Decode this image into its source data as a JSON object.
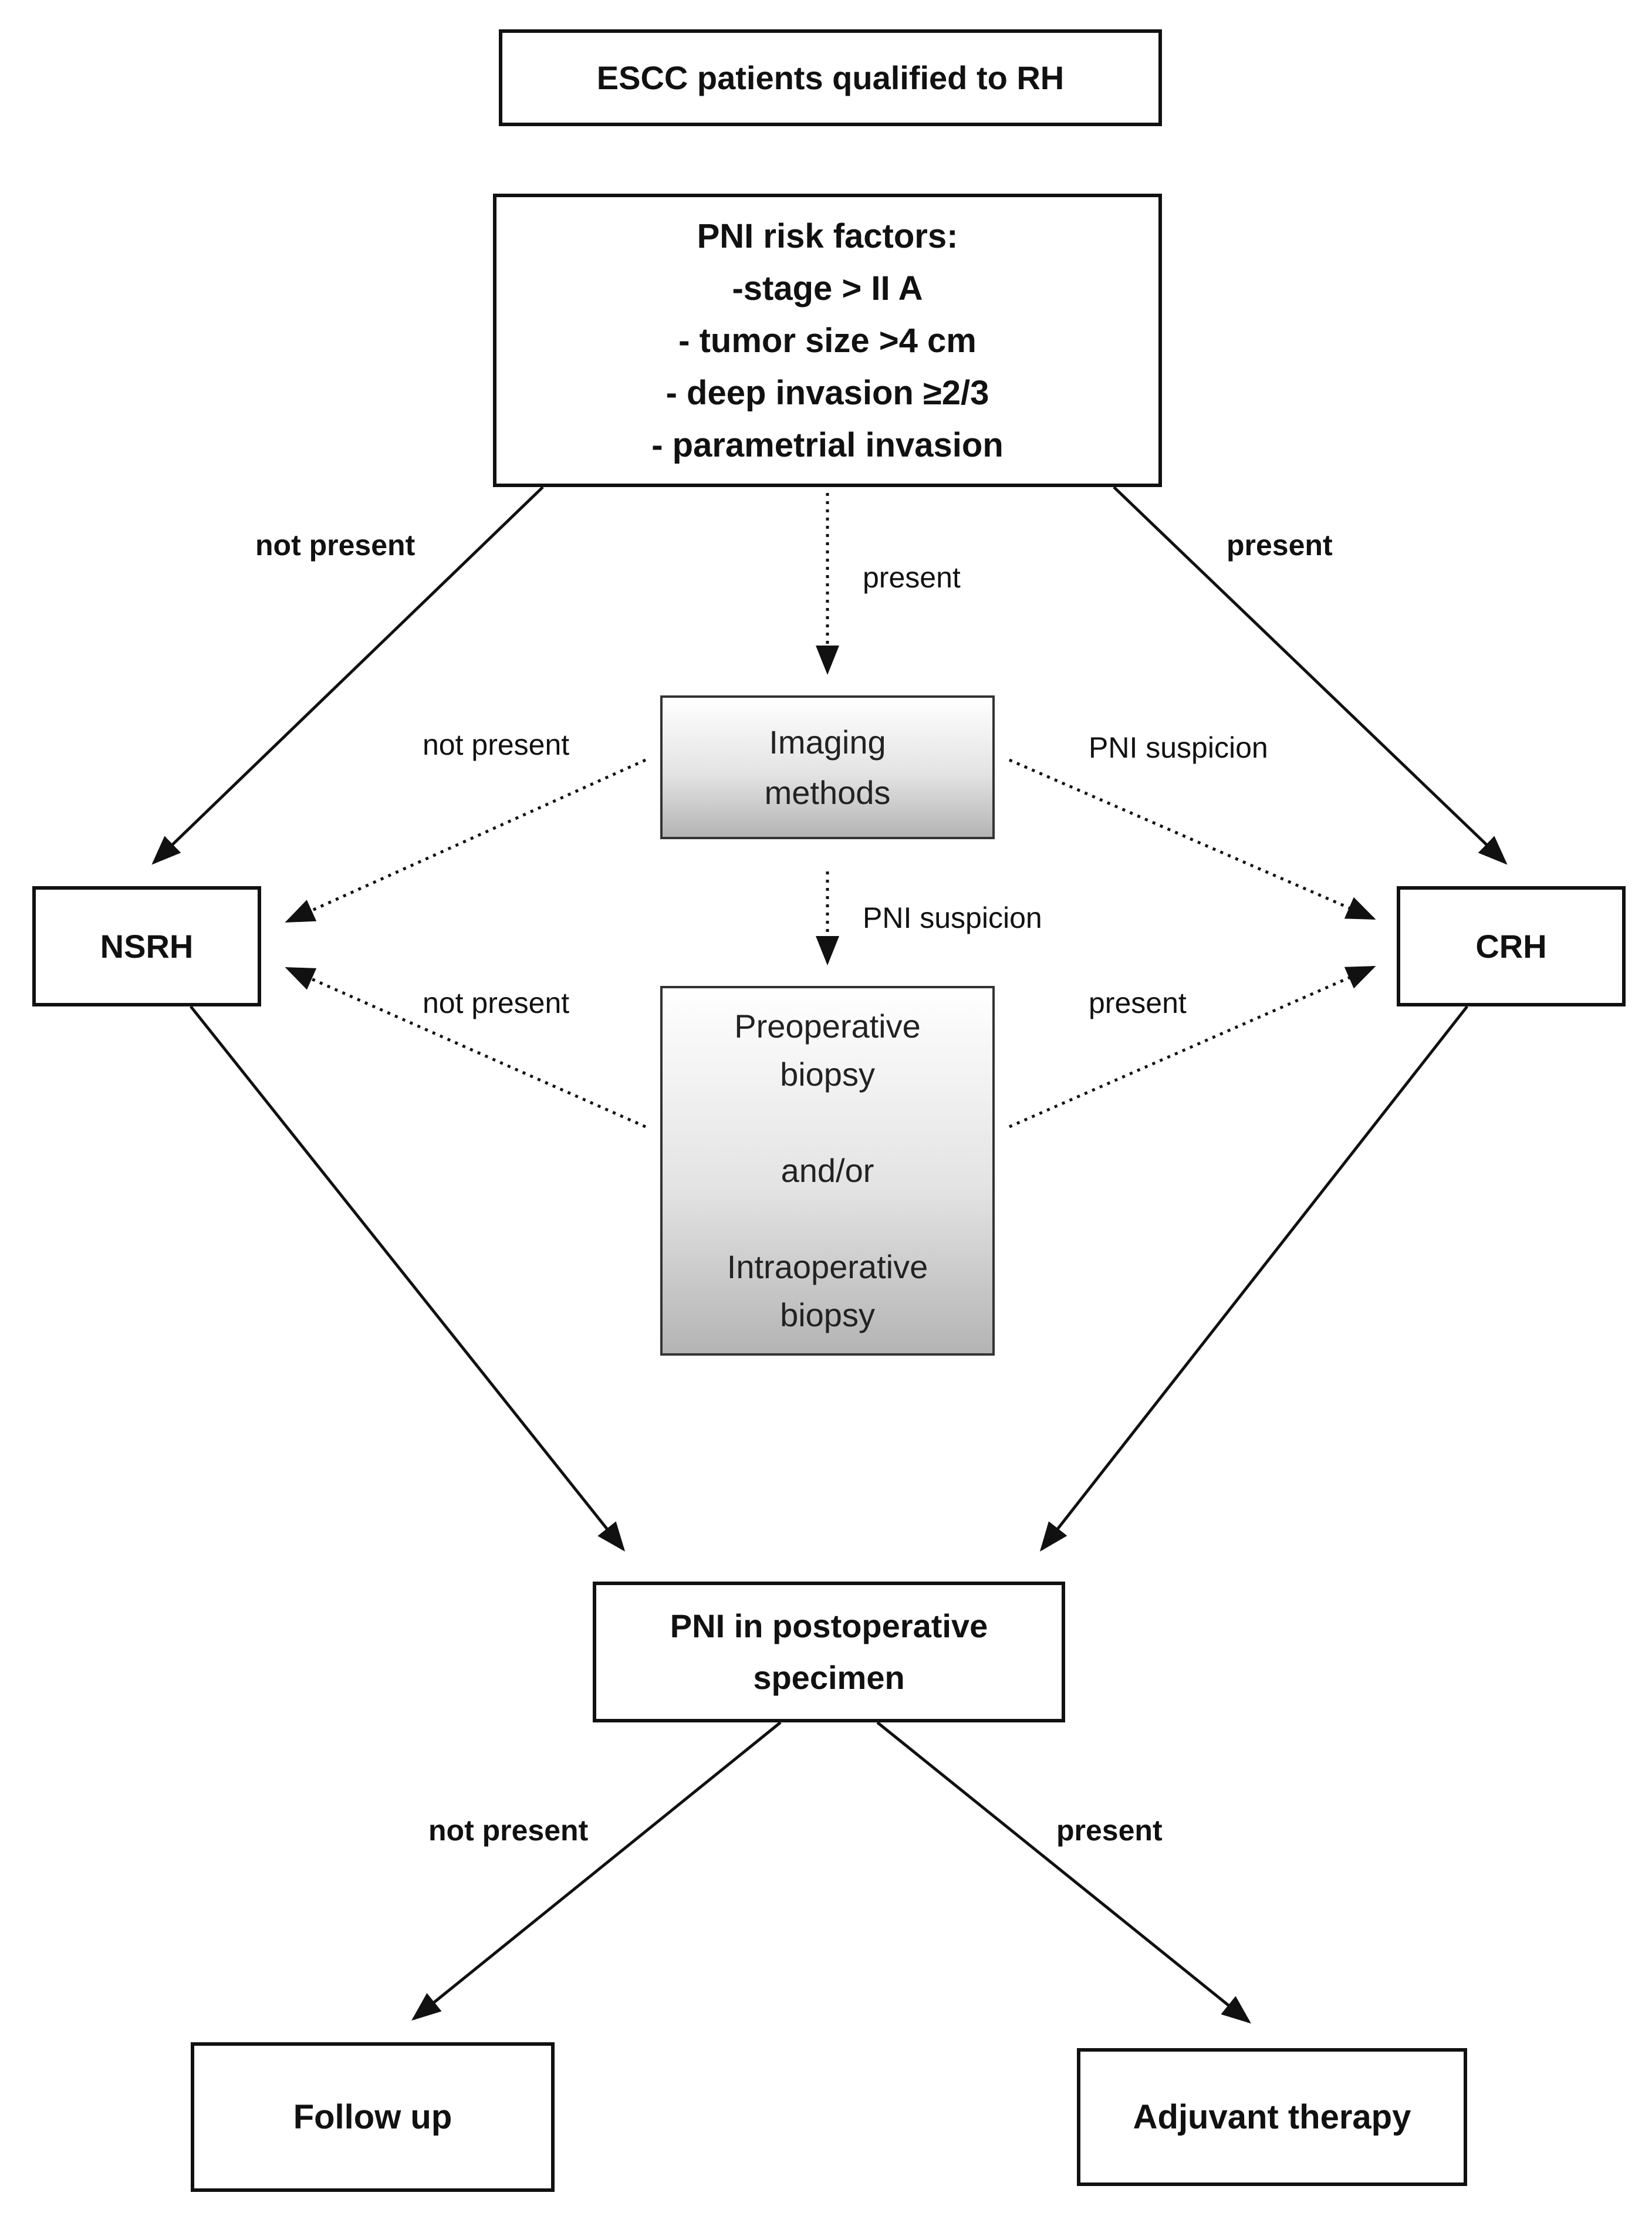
{
  "boxes": {
    "escc": {
      "text": "ESCC patients qualified to RH"
    },
    "risk": {
      "title": "PNI risk factors:",
      "items": [
        "-stage > II A",
        "- tumor size >4 cm",
        "- deep invasion ≥2/3",
        "- parametrial invasion"
      ]
    },
    "imaging": {
      "line1": "Imaging",
      "line2": "methods"
    },
    "biopsy": {
      "line1": "Preoperative",
      "line2": "biopsy",
      "line3": "and/or",
      "line4": "Intraoperative",
      "line5": "biopsy"
    },
    "nsrh": {
      "text": "NSRH"
    },
    "crh": {
      "text": "CRH"
    },
    "pni_specimen": {
      "line1": "PNI in postoperative",
      "line2": "specimen"
    },
    "follow_up": {
      "text": "Follow up"
    },
    "adjuvant": {
      "text": "Adjuvant therapy"
    }
  },
  "labels": {
    "risk_not_present": "not present",
    "risk_present_center": "present",
    "risk_present_right": "present",
    "imaging_not_present": "not present",
    "imaging_pni_suspicion_right": "PNI suspicion",
    "imaging_pni_suspicion_down": "PNI suspicion",
    "biopsy_not_present": "not present",
    "biopsy_present": "present",
    "specimen_not_present": "not present",
    "specimen_present": "present"
  },
  "style": {
    "line_color": "#111111",
    "box_gradient": [
      "#ffffff",
      "#b4b4b4"
    ]
  }
}
